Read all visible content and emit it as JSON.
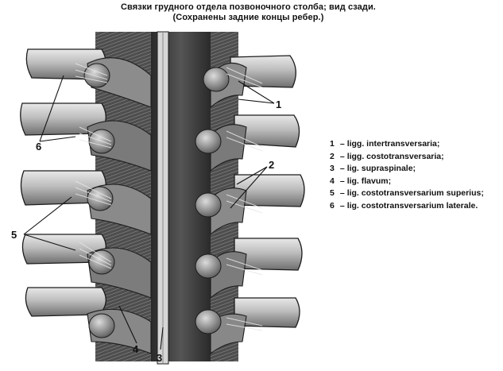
{
  "title": "Связки грудного отдела позвоночного столба; вид сзади.",
  "subtitle": "(Сохранены задние концы ребер.)",
  "labels": [
    "1",
    "2",
    "3",
    "4",
    "5",
    "6"
  ],
  "legend": [
    {
      "num": "1",
      "dash": "–",
      "text": "ligg. intertransversaria;"
    },
    {
      "num": "2",
      "dash": "–",
      "text": "ligg. costotransversaria;"
    },
    {
      "num": "3",
      "dash": "–",
      "text": "lig. supraspinale;"
    },
    {
      "num": "4",
      "dash": "–",
      "text": "lig. flavum;"
    },
    {
      "num": "5",
      "dash": "–",
      "text": "lig. costotransversarium superius;"
    },
    {
      "num": "6",
      "dash": "–",
      "text": "lig. costotransversarium laterale."
    }
  ],
  "colors": {
    "ink": "#111111",
    "bone": "#c9c9c9",
    "shade": "#4a4a4a",
    "dark": "#1c1c1c",
    "background": "#ffffff"
  }
}
